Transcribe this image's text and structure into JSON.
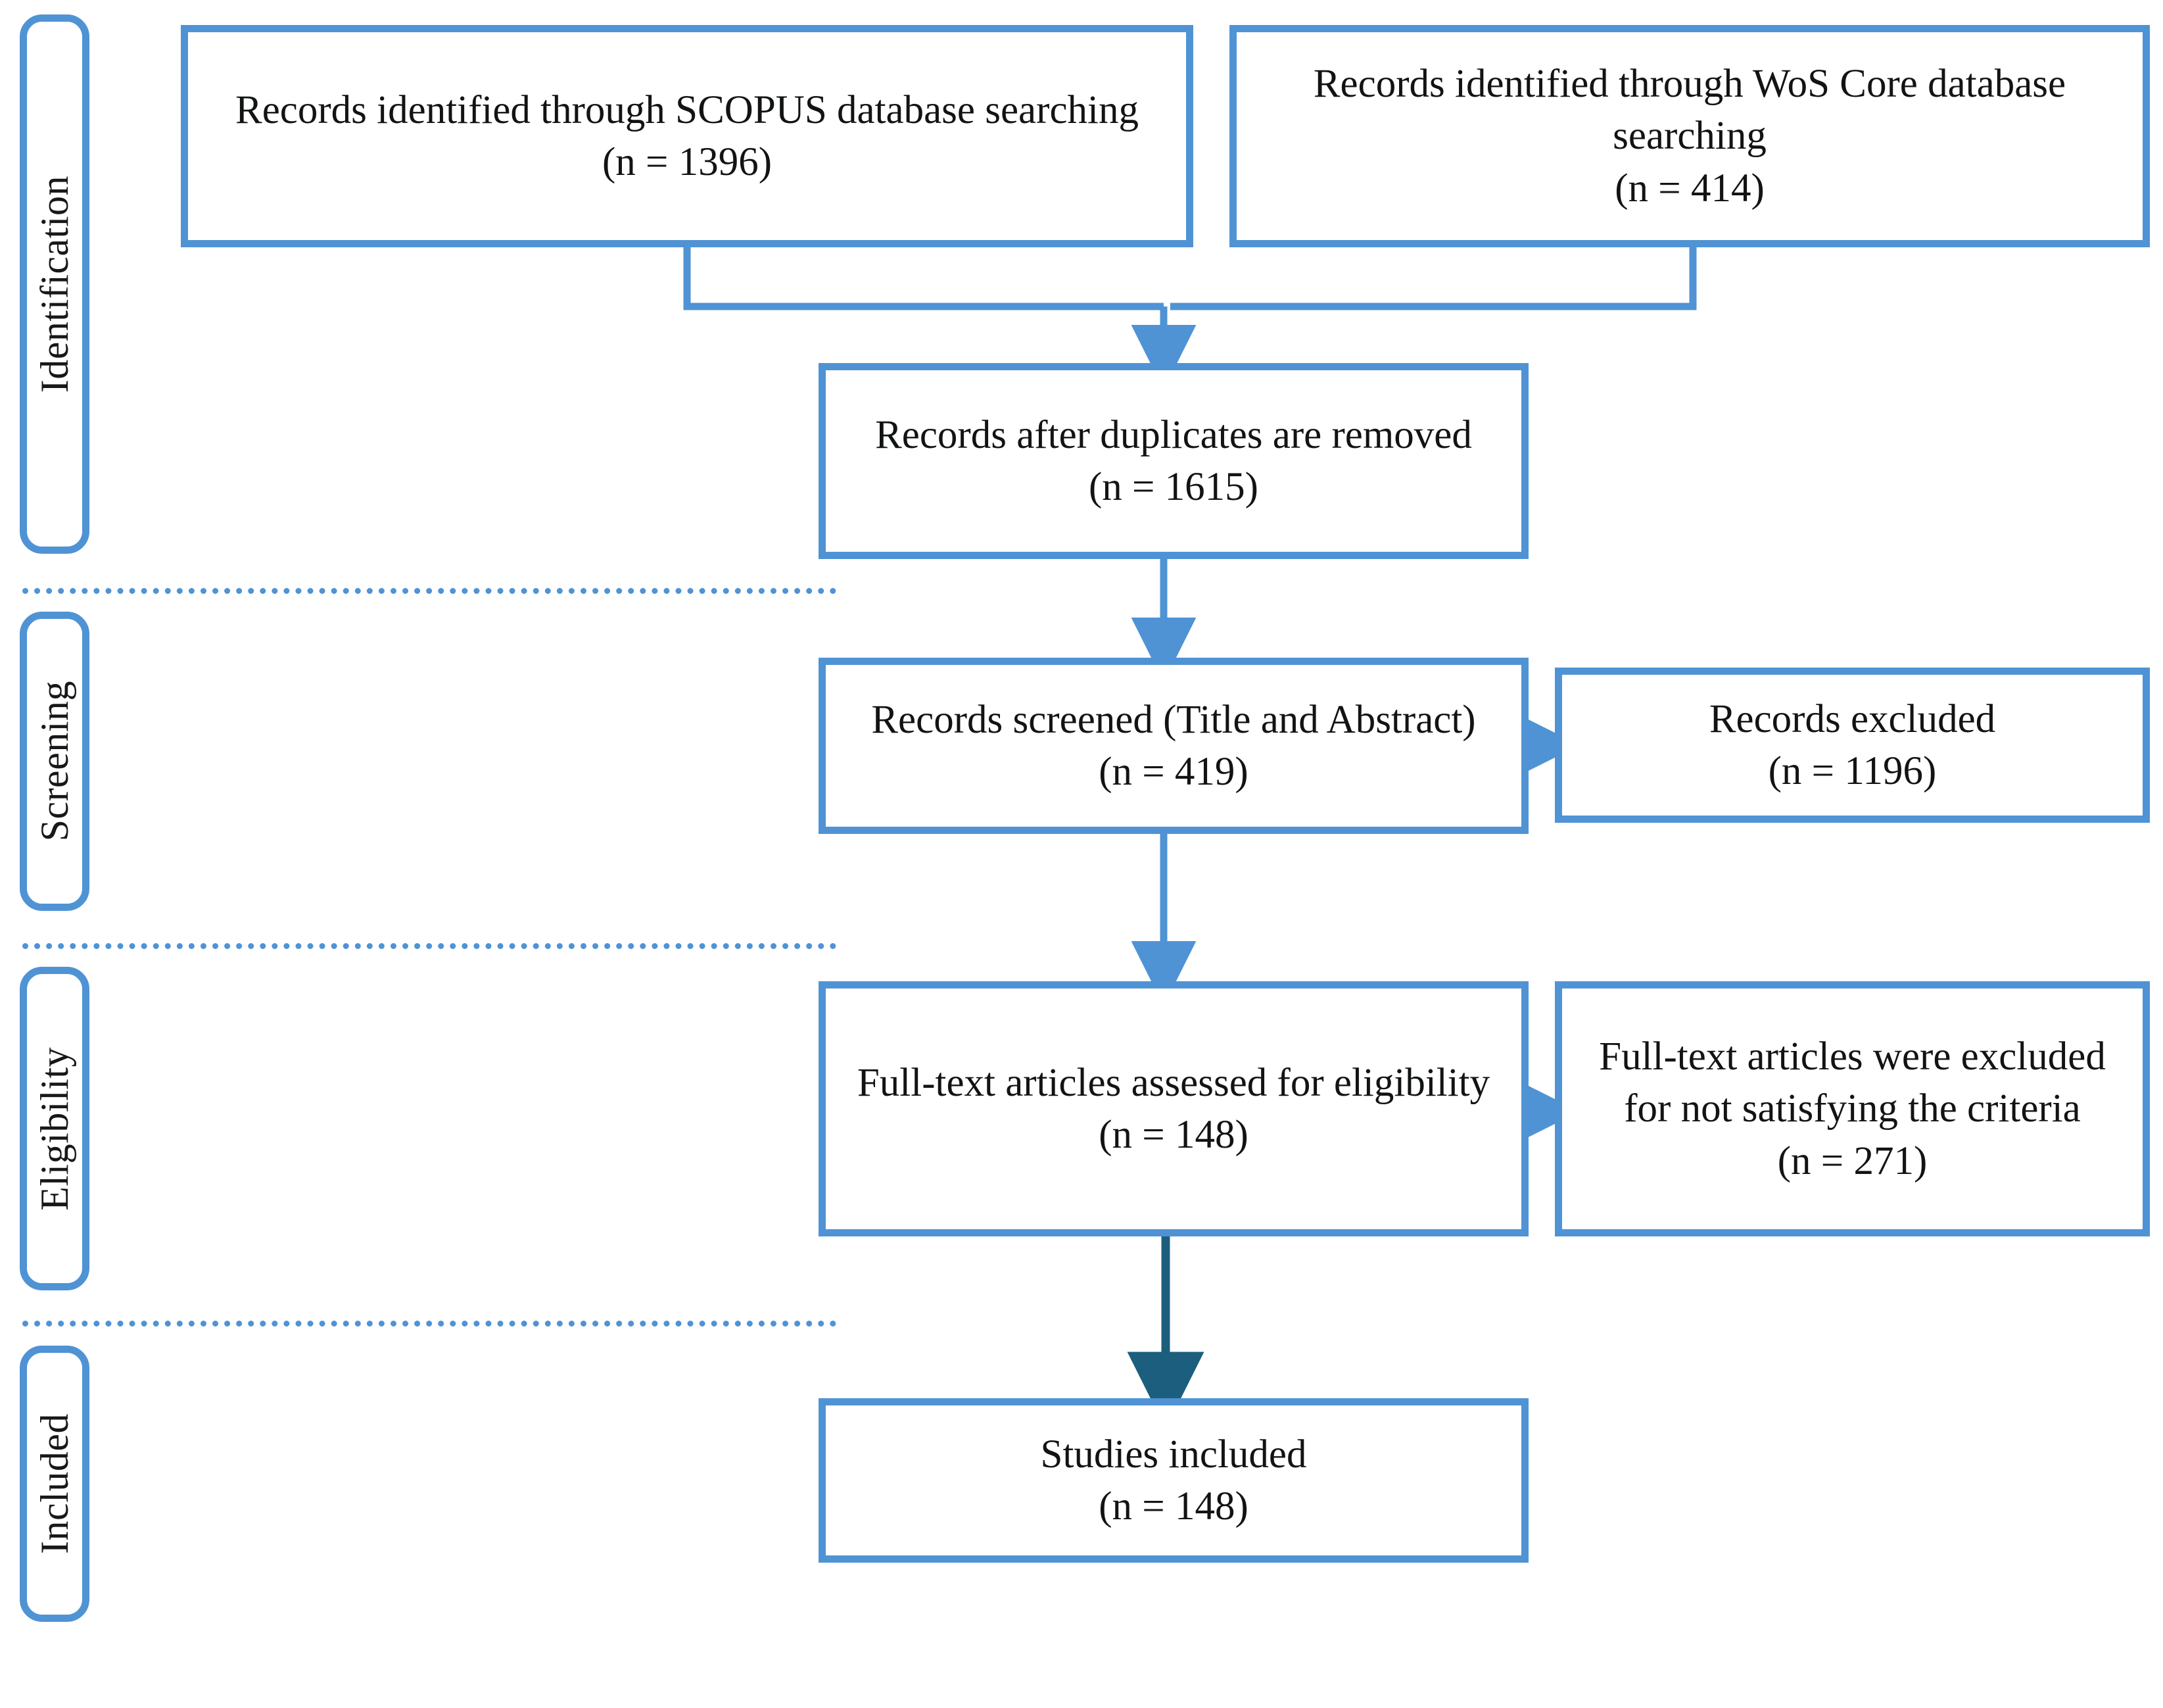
{
  "diagram": {
    "title": "PRISMA study selection flow diagram",
    "accent_color": "#4f93d5",
    "final_arrow_color": "#1b5e7e",
    "text_color": "#121314",
    "background_color": "#ffffff"
  },
  "stages": [
    {
      "id": "identification",
      "label": "Identification"
    },
    {
      "id": "screening",
      "label": "Screening"
    },
    {
      "id": "eligibility",
      "label": "Eligibility"
    },
    {
      "id": "included",
      "label": "Included"
    }
  ],
  "boxes": {
    "scopus": {
      "line1": "Records identified through SCOPUS database",
      "line2": "searching",
      "count_label": "(n = 1396)",
      "text": "Records identified through SCOPUS database searching\n(n = 1396)"
    },
    "wos": {
      "line1": "Records identified through WoS Core",
      "line2": "database searching",
      "count_label": "(n = 414)",
      "text": "Records identified through WoS Core database searching\n(n = 414)"
    },
    "duplicates_removed": {
      "line1": "Records after duplicates are",
      "line2": "removed",
      "count_label": "(n = 1615)",
      "text": "Records after duplicates are removed\n(n = 1615)"
    },
    "records_screened": {
      "line1": "Records screened (Title and",
      "line2": "Abstract)",
      "count_label": "(n = 419)",
      "text": "Records screened (Title and Abstract)\n(n = 419)"
    },
    "records_excluded": {
      "line1": "Records excluded",
      "count_label": "(n = 1196)",
      "text": "Records excluded\n(n = 1196)"
    },
    "fulltext_assessed": {
      "line1": "Full-text articles assessed for",
      "line2": "eligibility",
      "count_label": "(n = 148)",
      "text": "Full-text articles assessed for eligibility\n(n = 148)"
    },
    "fulltext_excluded": {
      "line1": "Full-text articles were",
      "line2": "excluded for not",
      "line3": "satisfying the criteria",
      "count_label": "(n = 271)",
      "text": "Full-text articles were excluded for not satisfying the criteria\n(n = 271)"
    },
    "studies_included": {
      "line1": "Studies included",
      "count_label": "(n = 148)",
      "text": "Studies included\n(n = 148)"
    }
  },
  "chart_data": {
    "type": "diagram",
    "title": "PRISMA study selection flow",
    "nodes": [
      {
        "id": "scopus",
        "stage": "Identification",
        "label": "Records identified through SCOPUS database searching",
        "n": 1396
      },
      {
        "id": "wos",
        "stage": "Identification",
        "label": "Records identified through WoS Core database searching",
        "n": 414
      },
      {
        "id": "duplicates_removed",
        "stage": "Identification",
        "label": "Records after duplicates are removed",
        "n": 1615
      },
      {
        "id": "records_screened",
        "stage": "Screening",
        "label": "Records screened (Title and Abstract)",
        "n": 419
      },
      {
        "id": "records_excluded",
        "stage": "Screening",
        "label": "Records excluded",
        "n": 1196
      },
      {
        "id": "fulltext_assessed",
        "stage": "Eligibility",
        "label": "Full-text articles assessed for eligibility",
        "n": 148
      },
      {
        "id": "fulltext_excluded",
        "stage": "Eligibility",
        "label": "Full-text articles were excluded for not satisfying the criteria",
        "n": 271
      },
      {
        "id": "studies_included",
        "stage": "Included",
        "label": "Studies included",
        "n": 148
      }
    ],
    "edges": [
      {
        "from": "scopus",
        "to": "duplicates_removed"
      },
      {
        "from": "wos",
        "to": "duplicates_removed"
      },
      {
        "from": "duplicates_removed",
        "to": "records_screened"
      },
      {
        "from": "records_screened",
        "to": "records_excluded"
      },
      {
        "from": "records_screened",
        "to": "fulltext_assessed"
      },
      {
        "from": "fulltext_assessed",
        "to": "fulltext_excluded"
      },
      {
        "from": "fulltext_assessed",
        "to": "studies_included"
      }
    ]
  }
}
